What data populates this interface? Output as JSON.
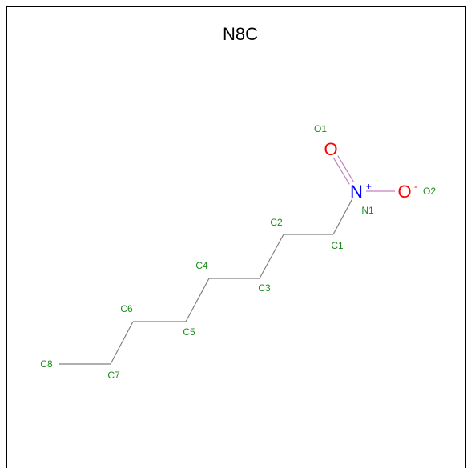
{
  "molecule": {
    "title": "N8C",
    "colors": {
      "carbon_bond": "#7f7f7f",
      "label": "#1a8a1a",
      "nitrogen": "#0000ff",
      "oxygen": "#ff0000",
      "no_bond": "#c080c0"
    },
    "atoms": [
      {
        "id": "C8",
        "label": "C8",
        "element": ""
      },
      {
        "id": "C7",
        "label": "C7",
        "element": ""
      },
      {
        "id": "C6",
        "label": "C6",
        "element": ""
      },
      {
        "id": "C5",
        "label": "C5",
        "element": ""
      },
      {
        "id": "C4",
        "label": "C4",
        "element": ""
      },
      {
        "id": "C3",
        "label": "C3",
        "element": ""
      },
      {
        "id": "C2",
        "label": "C2",
        "element": ""
      },
      {
        "id": "C1",
        "label": "C1",
        "element": ""
      },
      {
        "id": "N1",
        "label": "N1",
        "element": "N",
        "charge": "+"
      },
      {
        "id": "O1",
        "label": "O1",
        "element": "O"
      },
      {
        "id": "O2",
        "label": "O2",
        "element": "O",
        "charge": "-"
      }
    ],
    "bonds": [
      {
        "from": "C8",
        "to": "C7",
        "order": 1
      },
      {
        "from": "C7",
        "to": "C6",
        "order": 1
      },
      {
        "from": "C6",
        "to": "C5",
        "order": 1
      },
      {
        "from": "C5",
        "to": "C4",
        "order": 1
      },
      {
        "from": "C4",
        "to": "C3",
        "order": 1
      },
      {
        "from": "C3",
        "to": "C2",
        "order": 1
      },
      {
        "from": "C2",
        "to": "C1",
        "order": 1
      },
      {
        "from": "C1",
        "to": "N1",
        "order": 1
      },
      {
        "from": "N1",
        "to": "O1",
        "order": 2
      },
      {
        "from": "N1",
        "to": "O2",
        "order": 1
      }
    ]
  }
}
